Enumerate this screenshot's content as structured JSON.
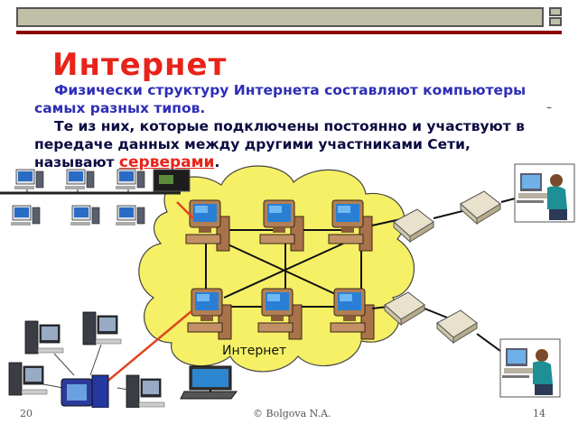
{
  "slide": {
    "title": "Интернет",
    "paragraph1": "Физически структуру Интернета составляют компьютеры самых разных типов.",
    "paragraph2_prefix": "Те из них, которые подключены постоянно и участвуют в передаче данных между другими участниками Сети, называют ",
    "paragraph2_keyword": "серверами",
    "paragraph2_suffix": ".",
    "cloud_label": "Интернет"
  },
  "footer": {
    "date": "20",
    "author": "© Bolgova N.A.",
    "page_number": "14"
  },
  "colors": {
    "title": "#e8231a",
    "paragraph1": "#2e2eb8",
    "paragraph2": "#0a0a40",
    "cloud": "#f5f066",
    "connector_red": "#e0451e",
    "top_bar": "#c0c0a8",
    "accent_line": "#8b0000"
  },
  "icons": [
    "desktop-computer-icon",
    "server-icon",
    "modem-icon",
    "laptop-icon",
    "user-at-computer-icon"
  ]
}
